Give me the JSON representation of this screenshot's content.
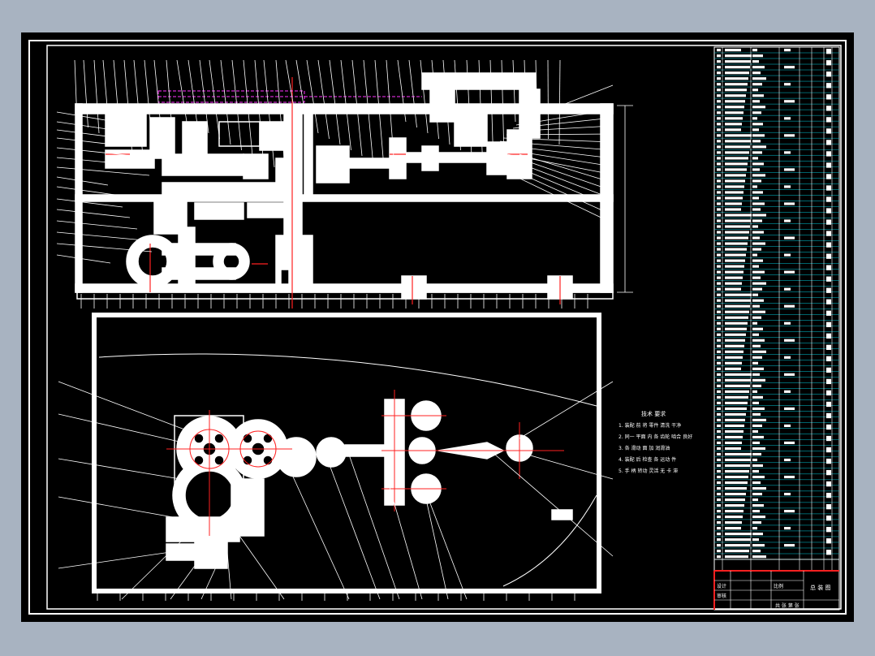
{
  "drawing": {
    "background": "#000000",
    "line_color": "#ffffff",
    "highlight_color": "#ff2020",
    "dim_color": "#ff33ff",
    "table_color": "#00c8d8",
    "window_bg": "#a8b3c1"
  },
  "tech_notes": {
    "title": "技术 要求",
    "lines": [
      "1. 装配 前 将 零件 清洗 干净",
      "2. 同一 平面 内 各 齿轮 啮合 良好",
      "3. 各 滑动 面 加 润滑油",
      "4. 装配 后 检查 各 运动 件",
      "5. 手 柄 转动 灵活 无 卡 滞"
    ]
  },
  "title_block": {
    "drawing_name": "总 装 图",
    "scale_label": "比例",
    "sheet_label": "共 张 第 张",
    "design_label": "设计",
    "check_label": "审核"
  },
  "icons": {
    "grid": "cad-grid-icon"
  }
}
